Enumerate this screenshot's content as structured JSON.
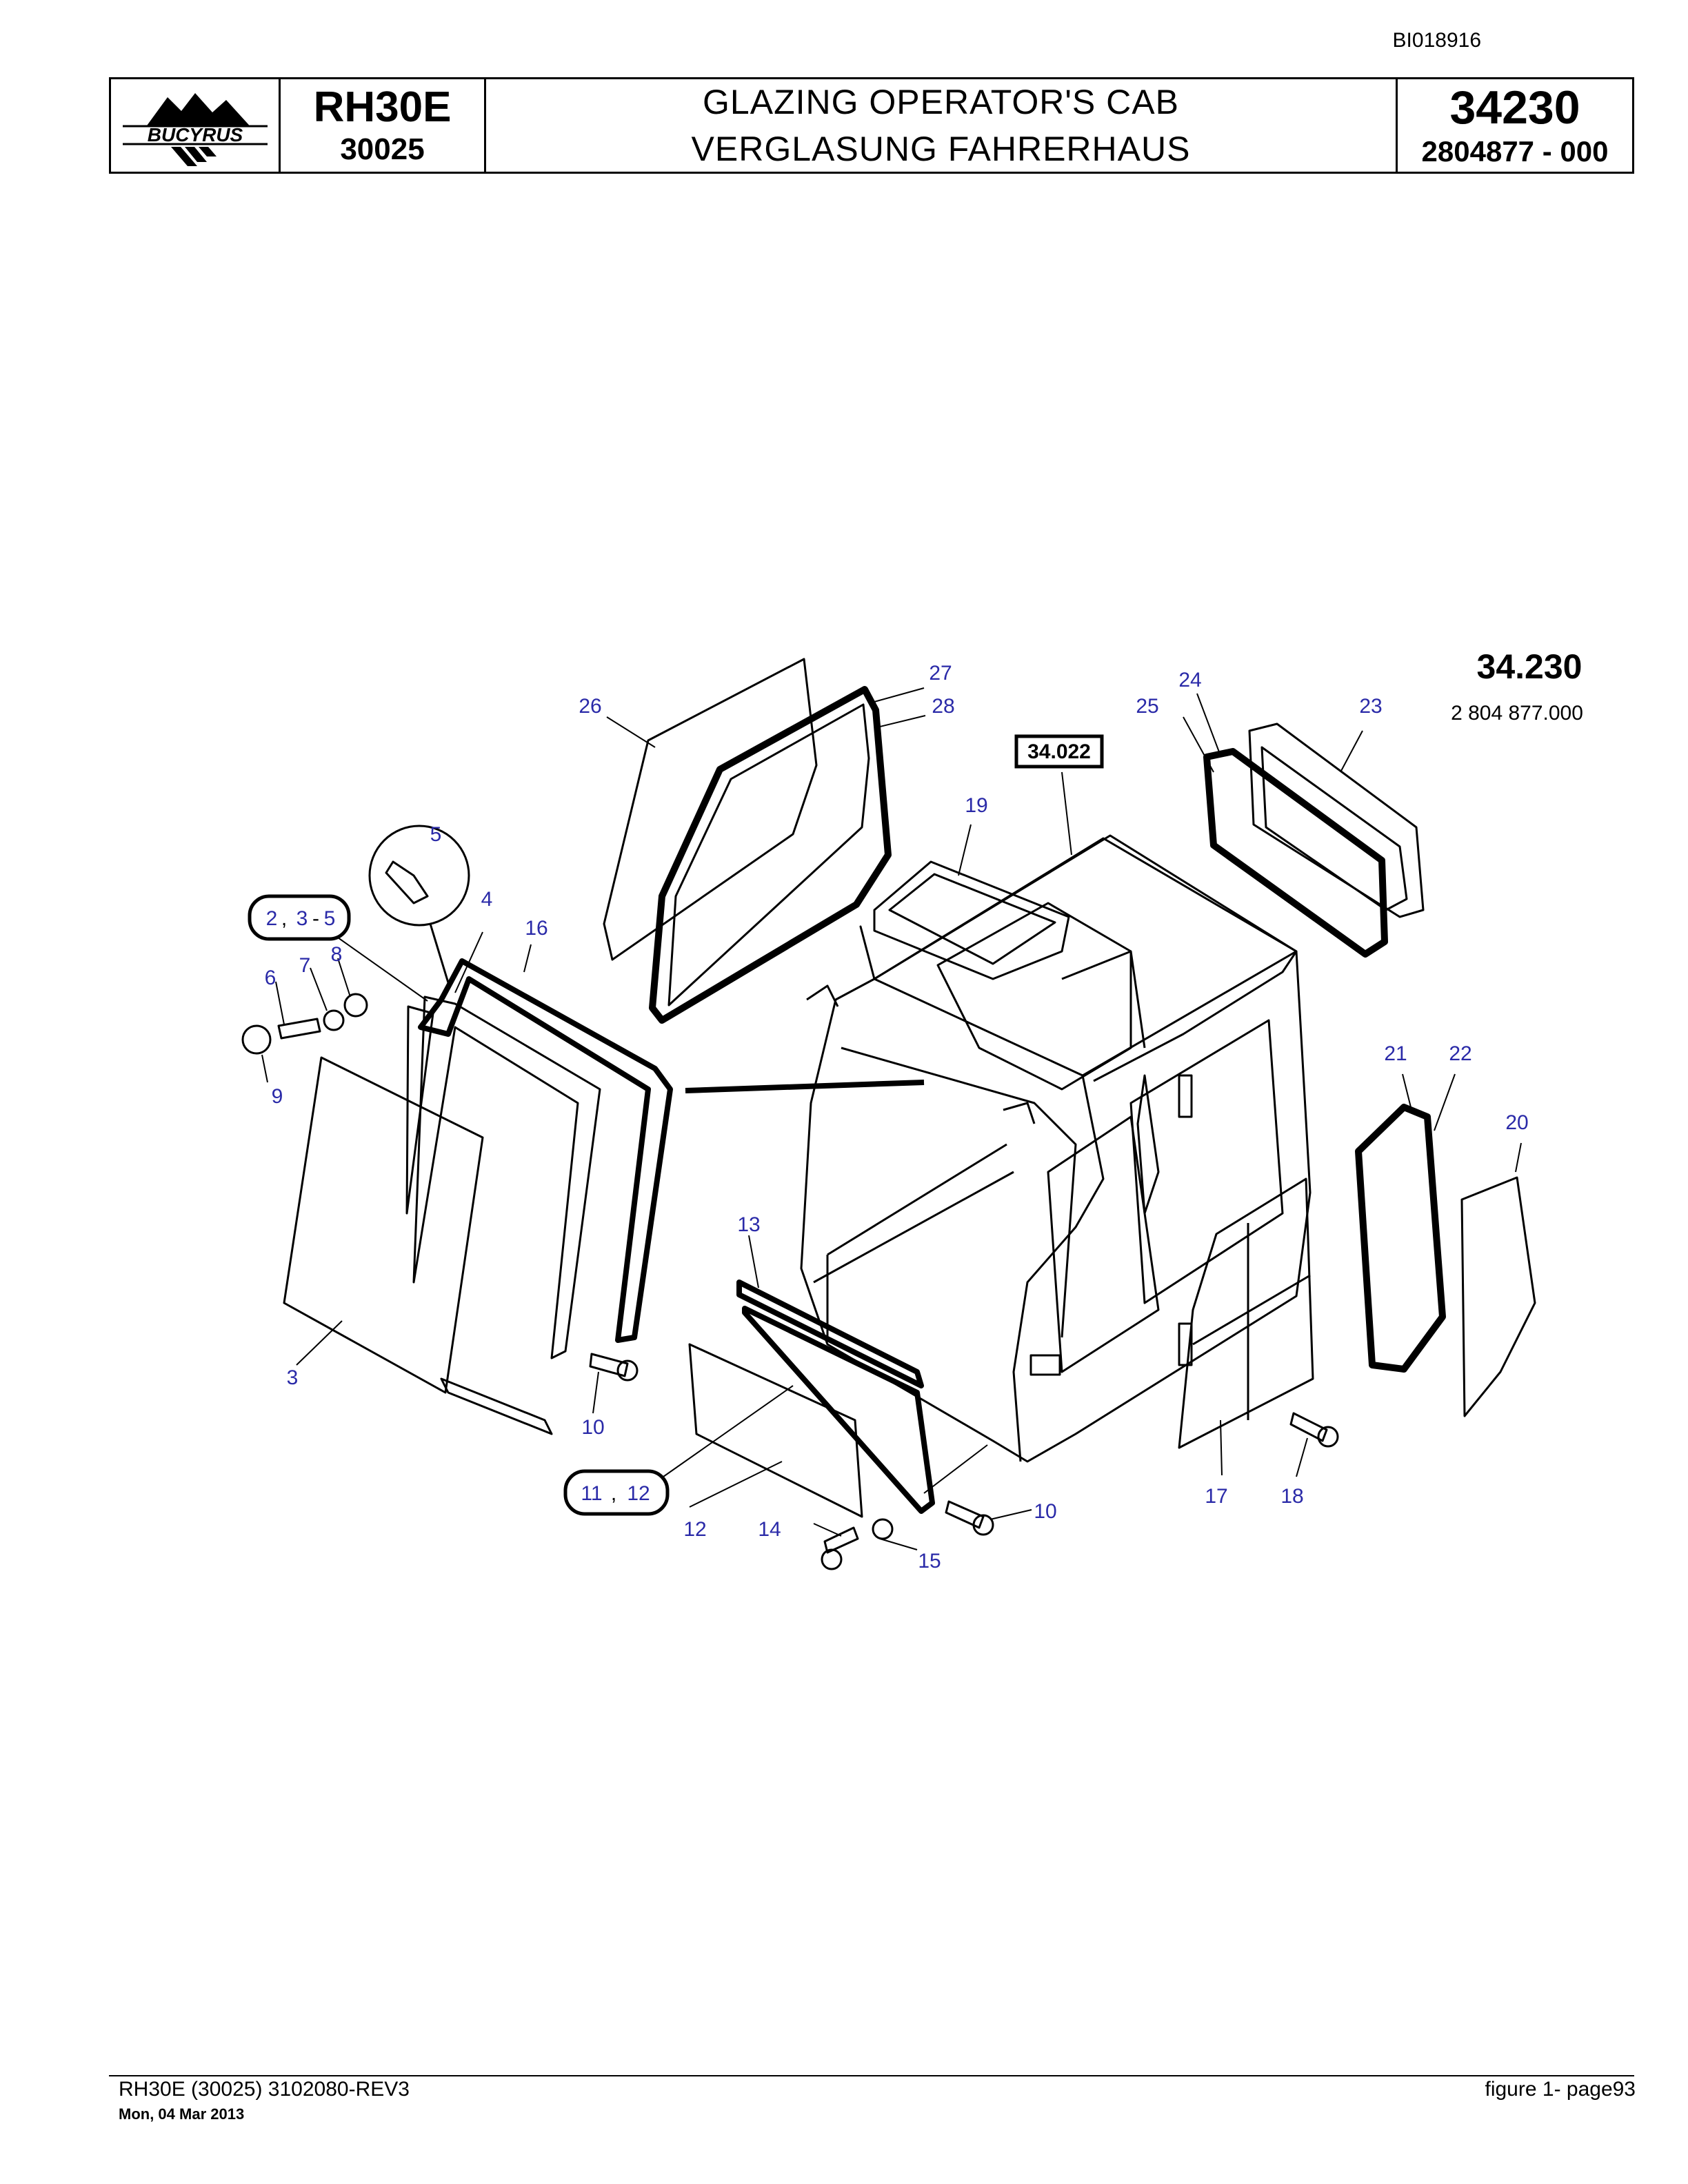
{
  "doc_id": "BI018916",
  "header": {
    "logo_text": "BUCYRUS",
    "model": "RH30E",
    "serial": "30025",
    "title_en": "GLAZING OPERATOR'S CAB",
    "title_de": "VERGLASUNG FAHRERHAUS",
    "section": "34230",
    "part_number": "2804877  - 000"
  },
  "diagram": {
    "section_label": "34.230",
    "part_label": "2 804 877.000",
    "reference_box": "34.022",
    "callouts": {
      "c2_35_a": "2",
      "c2_35_sep": ",",
      "c2_35_b": "3",
      "c2_35_dash": "-",
      "c2_35_c": "5",
      "c11_12_a": "11",
      "c11_12_sep": ",",
      "c11_12_b": "12",
      "n3": "3",
      "n4": "4",
      "n5": "5",
      "n6": "6",
      "n7": "7",
      "n8": "8",
      "n9": "9",
      "n10a": "10",
      "n10b": "10",
      "n12": "12",
      "n13": "13",
      "n14": "14",
      "n15": "15",
      "n16": "16",
      "n17": "17",
      "n18": "18",
      "n19": "19",
      "n20": "20",
      "n21": "21",
      "n22": "22",
      "n23": "23",
      "n24": "24",
      "n25": "25",
      "n26": "26",
      "n27": "27",
      "n28": "28"
    },
    "colors": {
      "callout": "#2a2aa8",
      "line": "#000000"
    }
  },
  "footer": {
    "left": "RH30E (30025) 3102080-REV3",
    "date": "Mon, 04 Mar 2013",
    "right": "figure  1- page93"
  }
}
